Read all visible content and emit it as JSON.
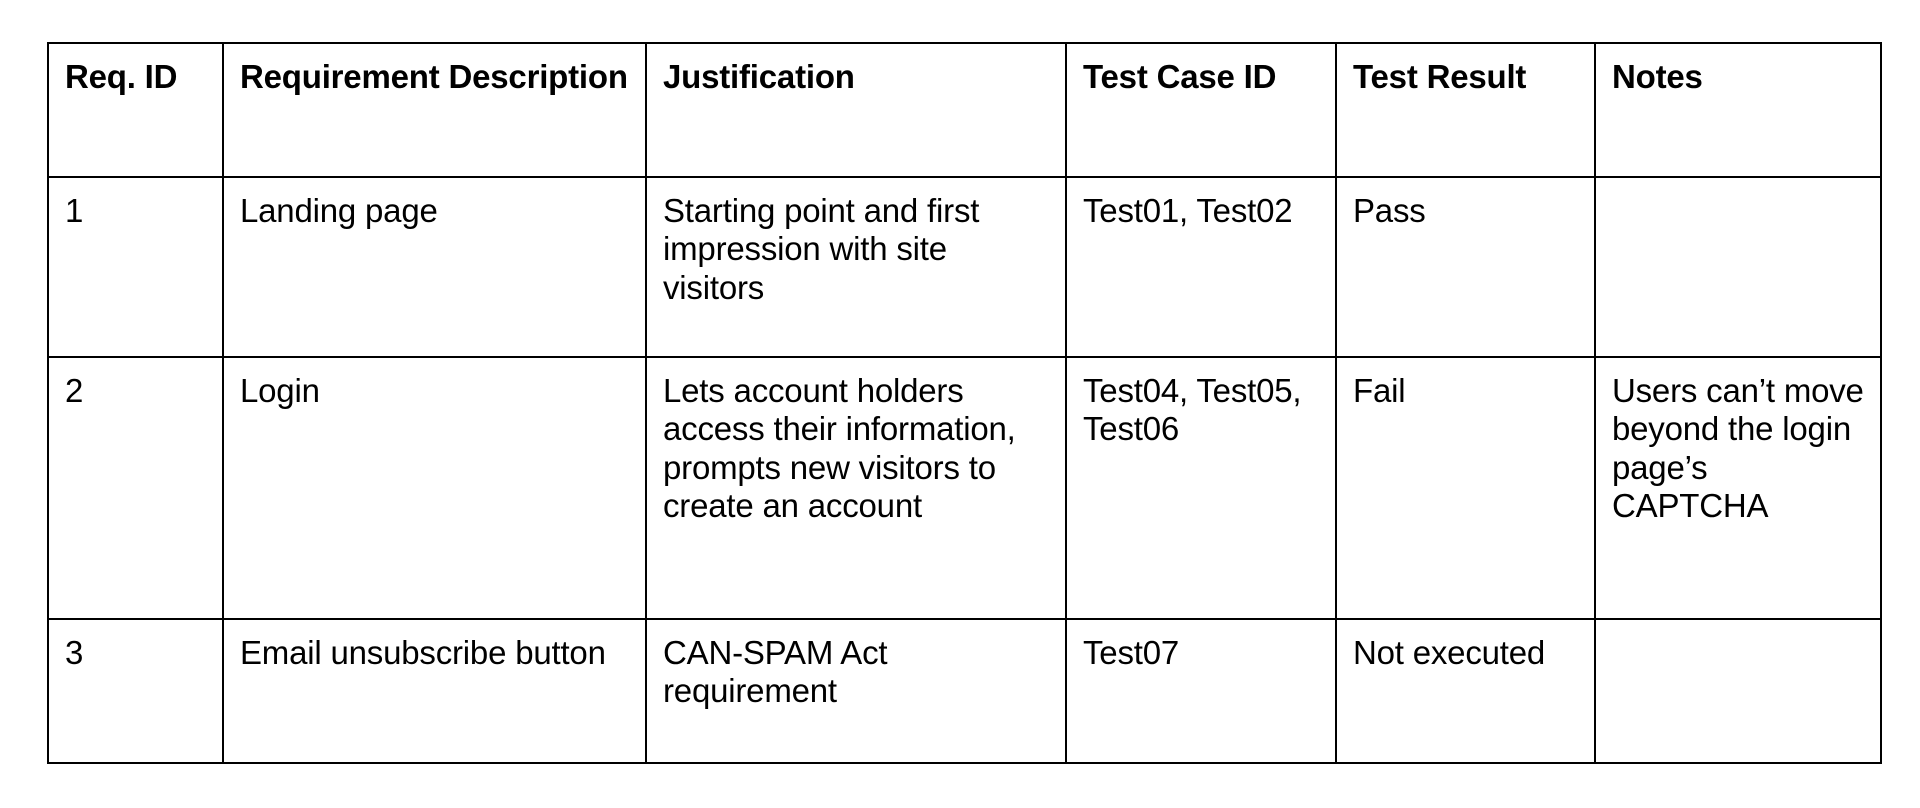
{
  "document": {
    "type": "requirements-traceability-matrix-table",
    "background_color": "#ffffff",
    "text_color": "#000000",
    "border_color": "#000000"
  },
  "table": {
    "columns": [
      {
        "key": "req_id",
        "label": "Req. ID"
      },
      {
        "key": "description",
        "label": "Requirement Description"
      },
      {
        "key": "justification",
        "label": "Justification"
      },
      {
        "key": "test_case_id",
        "label": "Test Case ID"
      },
      {
        "key": "test_result",
        "label": "Test Result"
      },
      {
        "key": "notes",
        "label": "Notes"
      }
    ],
    "rows": [
      {
        "req_id": "1",
        "description": "Landing page",
        "justification": "Starting point and first impression with site visitors",
        "test_case_id": "Test01, Test02",
        "test_result": "Pass",
        "notes": ""
      },
      {
        "req_id": "2",
        "description": "Login",
        "justification": "Lets account holders access their information, prompts new visitors to create an account",
        "test_case_id": "Test04, Test05, Test06",
        "test_result": "Fail",
        "notes": "Users can’t move beyond the login page’s CAPTCHA"
      },
      {
        "req_id": "3",
        "description": "Email unsubscribe button",
        "justification": "CAN-SPAM Act requirement",
        "test_case_id": "Test07",
        "test_result": "Not executed",
        "notes": ""
      }
    ]
  }
}
